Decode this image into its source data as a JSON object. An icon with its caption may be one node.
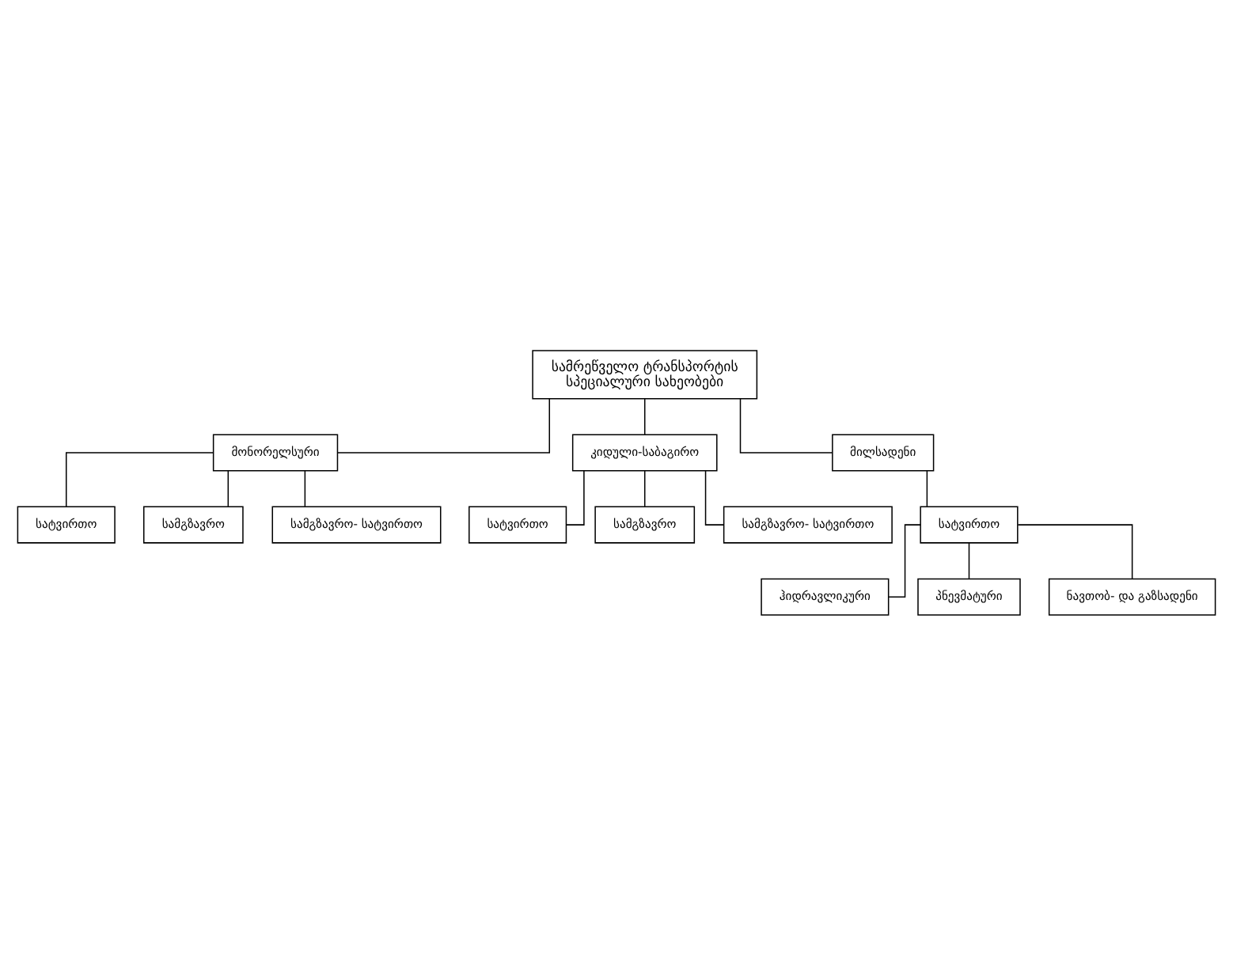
{
  "diagram": {
    "nodes": [
      {
        "text": [
          "სამრეწველო ტრანსპორტის სპეციალური სახეობები"
        ]
      },
      {
        "text": [
          "მონორელსური"
        ]
      },
      {
        "text": [
          "კიდული-საბაგირო"
        ]
      },
      {
        "text": [
          "მილსადენი"
        ]
      },
      {
        "text": [
          "სატვირთო"
        ]
      },
      {
        "text": [
          "სამგზავრო"
        ]
      },
      {
        "text": [
          "სამგზავრო- სატვირთო"
        ]
      },
      {
        "text": [
          "სატვირთო"
        ]
      },
      {
        "text": [
          "სამგზავრო"
        ]
      },
      {
        "text": [
          "სამგზავრო- სატვირთო"
        ]
      },
      {
        "text": [
          "სატვირთო"
        ]
      },
      {
        "text": [
          "ჰიდრავლიკური"
        ]
      },
      {
        "text": [
          "პნევმატური"
        ]
      },
      {
        "text": [
          "ნავთობ- და გაზსადენი"
        ]
      }
    ],
    "edges": [
      {
        "from": 0,
        "to": 1,
        "arrow": "none"
      },
      {
        "from": 0,
        "to": 2,
        "arrow": "none"
      },
      {
        "from": 0,
        "to": 3,
        "arrow": "none"
      },
      {
        "from": 1,
        "to": 4,
        "arrow": "none"
      },
      {
        "from": 1,
        "to": 5,
        "arrow": "none"
      },
      {
        "from": 1,
        "to": 6,
        "arrow": "none"
      },
      {
        "from": 2,
        "to": 7,
        "arrow": "none"
      },
      {
        "from": 2,
        "to": 8,
        "arrow": "none"
      },
      {
        "from": 2,
        "to": 9,
        "arrow": "none"
      },
      {
        "from": 3,
        "to": 10,
        "arrow": "none"
      },
      {
        "from": 10,
        "to": 11,
        "arrow": "none"
      },
      {
        "from": 10,
        "to": 12,
        "arrow": "none"
      },
      {
        "from": 10,
        "to": 13,
        "arrow": "none"
      }
    ]
  }
}
